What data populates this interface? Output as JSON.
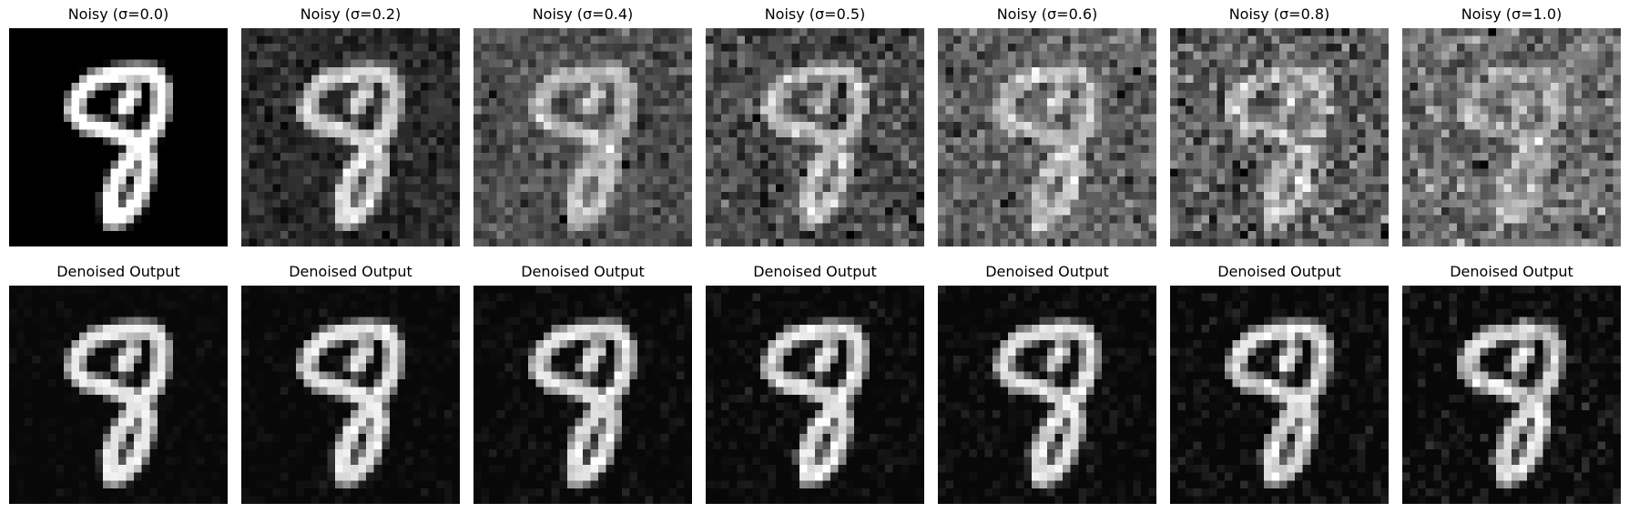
{
  "rows": [
    {
      "id": "noisy",
      "panels": [
        {
          "title": "Noisy (σ=0.0)",
          "sigma": 0.0
        },
        {
          "title": "Noisy (σ=0.2)",
          "sigma": 0.2
        },
        {
          "title": "Noisy (σ=0.4)",
          "sigma": 0.4
        },
        {
          "title": "Noisy (σ=0.5)",
          "sigma": 0.5
        },
        {
          "title": "Noisy (σ=0.6)",
          "sigma": 0.6
        },
        {
          "title": "Noisy (σ=0.8)",
          "sigma": 0.8
        },
        {
          "title": "Noisy (σ=1.0)",
          "sigma": 1.0
        }
      ]
    },
    {
      "id": "denoised",
      "panels": [
        {
          "title": "Denoised Output",
          "sigma": 0.0
        },
        {
          "title": "Denoised Output",
          "sigma": 0.2
        },
        {
          "title": "Denoised Output",
          "sigma": 0.4
        },
        {
          "title": "Denoised Output",
          "sigma": 0.5
        },
        {
          "title": "Denoised Output",
          "sigma": 0.6
        },
        {
          "title": "Denoised Output",
          "sigma": 0.8
        },
        {
          "title": "Denoised Output",
          "sigma": 1.0
        }
      ]
    }
  ]
}
